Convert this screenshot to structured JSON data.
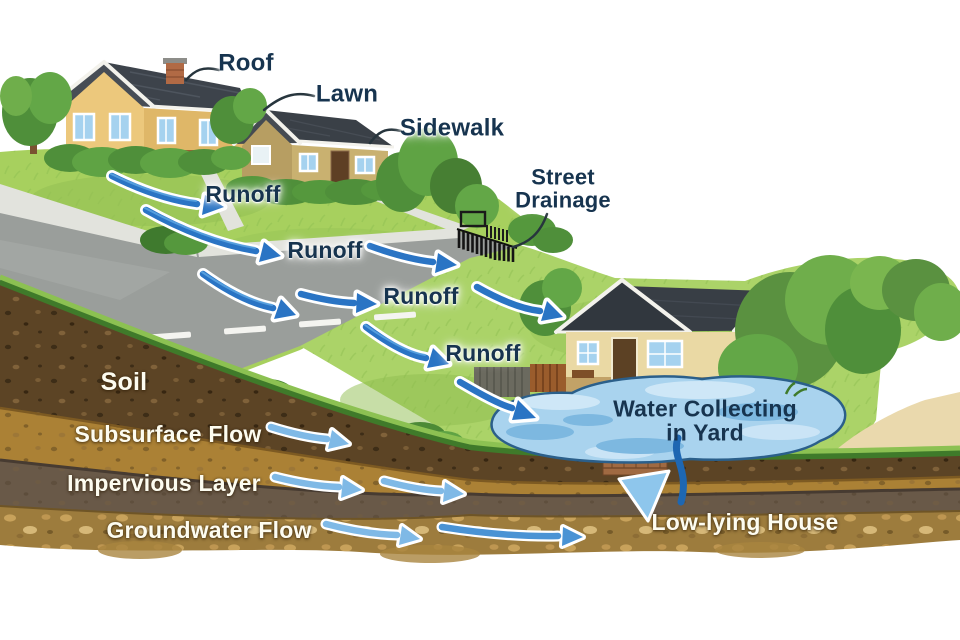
{
  "labels": {
    "roof": "Roof",
    "lawn": "Lawn",
    "sidewalk": "Sidewalk",
    "street_drainage_lines": [
      "Street",
      "Drainage"
    ],
    "runoff": [
      "Runoff",
      "Runoff",
      "Runoff",
      "Runoff"
    ],
    "soil": "Soil",
    "subsurface_flow": "Subsurface Flow",
    "impervious_layer": "Impervious Layer",
    "groundwater_flow": "Groundwater Flow",
    "water_collecting_lines": [
      "Water Collecting",
      "in Yard"
    ],
    "low_lying_house": "Low-lying House"
  },
  "colors": {
    "label_navy": "#17344f",
    "label_white": "#fdfcf0",
    "runoff_arrow_blue": "#2a74c4",
    "flow_arrow_light_blue": "#7fb9e6",
    "pond_blue": "#a9d3ee",
    "grass_green": "#a7d05e",
    "road_gray": "#9a9e9b",
    "topsoil_brown": "#5c4425",
    "subsurface_tan": "#ab8135",
    "impervious_gray_brown": "#695948",
    "groundwater_tan": "#9d7c3d"
  }
}
